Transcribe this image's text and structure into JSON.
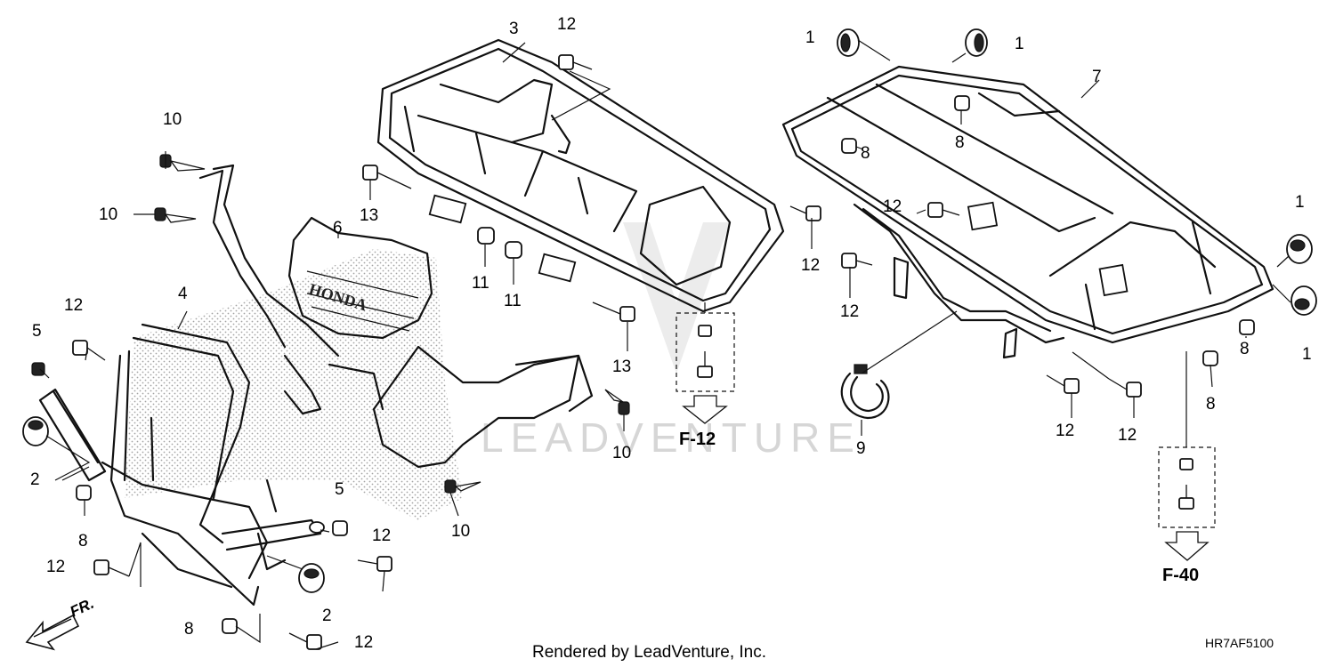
{
  "diagram_code": "HR7AF5100",
  "footer_text": "Rendered by LeadVenture, Inc.",
  "watermark_text": "LEADVENTURE",
  "direction_label": "FR.",
  "grille_text": "HONDA",
  "references": [
    "F-12",
    "F-40"
  ],
  "callouts": [
    "1",
    "2",
    "3",
    "4",
    "5",
    "6",
    "7",
    "8",
    "9",
    "10",
    "11",
    "12",
    "13"
  ],
  "colors": {
    "line": "#111111",
    "background": "#ffffff",
    "watermark": "#d6d6d6",
    "stipple": "#999999"
  }
}
